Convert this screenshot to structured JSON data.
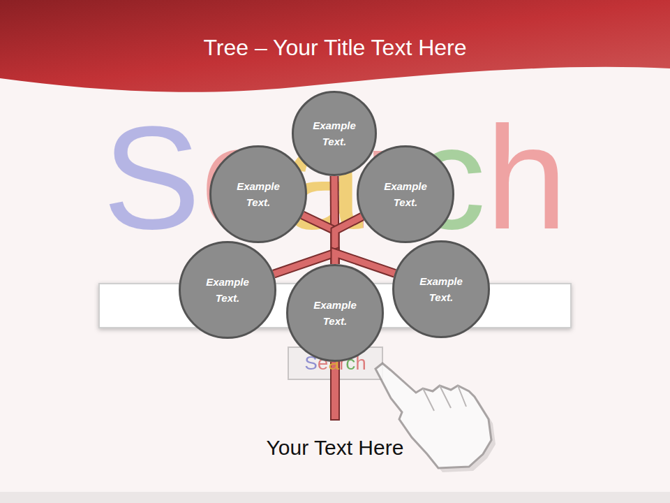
{
  "diagram": {
    "title": "Tree – Your Title Text Here",
    "caption": "Your Text Here",
    "nodes": [
      {
        "text": [
          "Example Text."
        ]
      },
      {
        "text": [
          "Example Text."
        ]
      },
      {
        "text": [
          "Example Text."
        ]
      },
      {
        "text": [
          "Example Text."
        ]
      },
      {
        "text": [
          "Example Text."
        ]
      },
      {
        "text": [
          "Example Text."
        ]
      }
    ],
    "edges": [
      {
        "from": 5,
        "to": 0,
        "arrow": "none"
      },
      {
        "from": 5,
        "to": 1,
        "arrow": "none"
      },
      {
        "from": 5,
        "to": 2,
        "arrow": "none"
      },
      {
        "from": 5,
        "to": 3,
        "arrow": "none"
      },
      {
        "from": 5,
        "to": 4,
        "arrow": "none"
      }
    ],
    "labels": [
      "Search",
      "Search"
    ]
  }
}
